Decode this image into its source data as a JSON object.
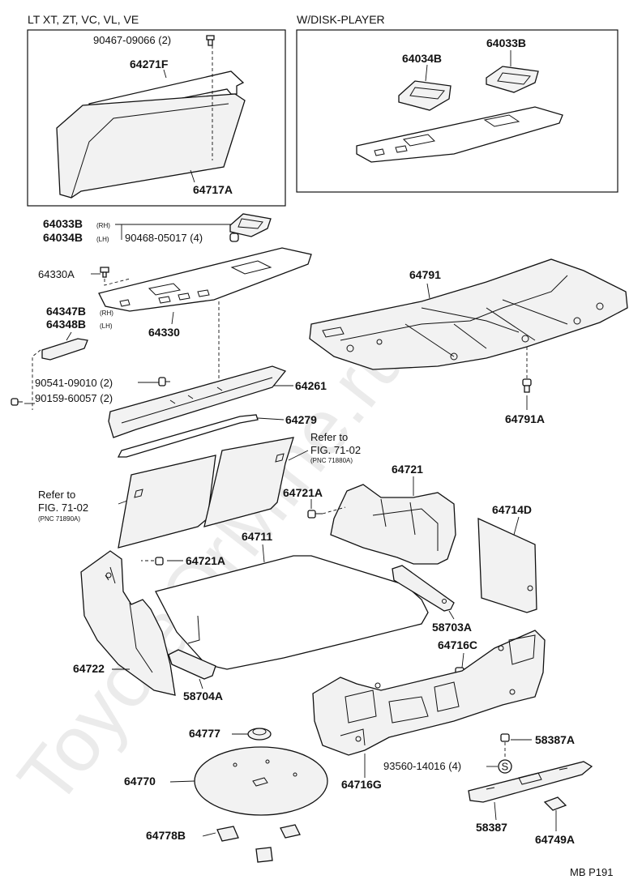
{
  "watermark": "ToyotaOrMine.ru",
  "insets": {
    "left_title": "LT XT, ZT, VC, VL, VE",
    "right_title": "W/DISK-PLAYER"
  },
  "labels": {
    "p90467": "90467-09066 (2)",
    "p64271F": "64271F",
    "p64717A": "64717A",
    "p64034B_inset": "64034B",
    "p64033B_inset": "64033B",
    "p64033B": "64033B",
    "p64033B_rh": "(RH)",
    "p64034B": "64034B",
    "p64034B_lh": "(LH)",
    "p90468": "90468-05017 (4)",
    "p64330A": "64330A",
    "p64330": "64330",
    "p64347B": "64347B",
    "p64347B_rh": "(RH)",
    "p64348B": "64348B",
    "p64348B_lh": "(LH)",
    "p90541": "90541-09010 (2)",
    "p90159": "90159-60057 (2)",
    "p64261": "64261",
    "p64279": "64279",
    "p64791": "64791",
    "p64791A": "64791A",
    "ref1_line1": "Refer to",
    "ref1_line2": "FIG. 71-02",
    "ref1_pnc": "(PNC 71880A)",
    "ref2_line1": "Refer to",
    "ref2_line2": "FIG. 71-02",
    "ref2_pnc": "(PNC 71890A)",
    "p64721": "64721",
    "p64721A_1": "64721A",
    "p64714D": "64714D",
    "p64711": "64711",
    "p64721A_2": "64721A",
    "p58703A": "58703A",
    "p64716C": "64716C",
    "p64722": "64722",
    "p58704A": "58704A",
    "p64777": "64777",
    "p58387A": "58387A",
    "p93560": "93560-14016 (4)",
    "s_symbol": "S",
    "p64770": "64770",
    "p64716G": "64716G",
    "p58387": "58387",
    "p64749A": "64749A",
    "p64778B": "64778B",
    "footer": "MB P191"
  }
}
